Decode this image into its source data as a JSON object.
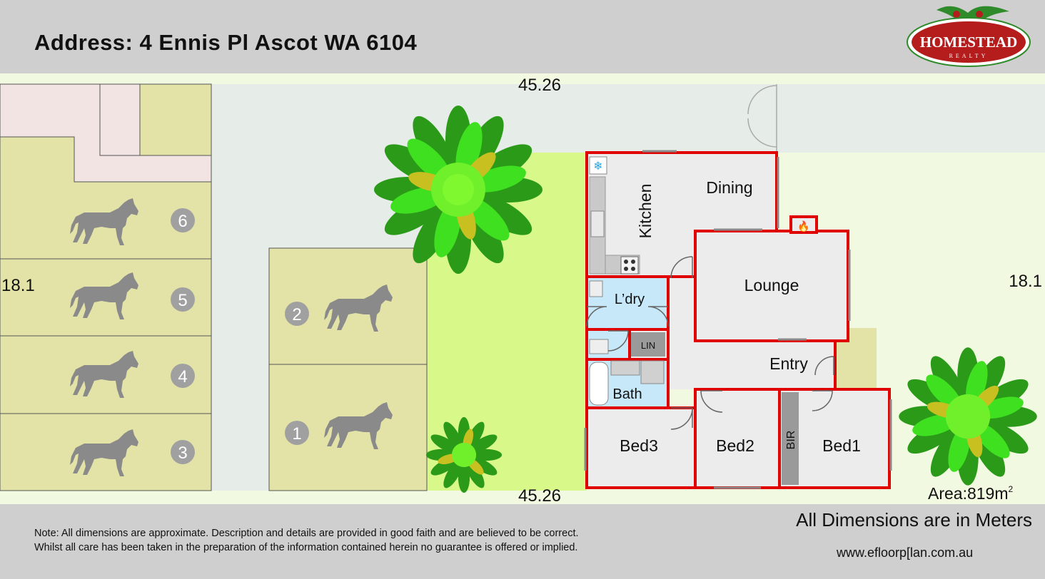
{
  "header": {
    "address": "Address: 4 Ennis Pl Ascot WA 6104"
  },
  "logo": {
    "brand": "HOMESTEAD",
    "sub": "REALTY"
  },
  "dimensions": {
    "top": "45.26",
    "bottom": "45.26",
    "left": "18.1",
    "right": "18.1"
  },
  "area": {
    "label": "Area:819m",
    "sup": "2"
  },
  "rooms": {
    "kitchen": "Kitchen",
    "dining": "Dining",
    "lounge": "Lounge",
    "laundry": "L’dry",
    "linen": "LIN",
    "bath": "Bath",
    "entry": "Entry",
    "bed1": "Bed1",
    "bed2": "Bed2",
    "bed3": "Bed3",
    "bir": "BIR"
  },
  "stables": {
    "left_column": [
      "6",
      "5",
      "4",
      "3"
    ],
    "middle_column": [
      "2",
      "1"
    ]
  },
  "footer": {
    "note_line1": "Note: All dimensions are approximate. Description and details are provided in good faith and are believed to be correct.",
    "note_line2": "Whilst all care has been taken in the preparation of the information contained herein no guarantee is offered or implied.",
    "units": "All Dimensions are in Meters",
    "website": "www.efloorp[lan.com.au"
  },
  "colors": {
    "header_bg": "#cfcfcf",
    "lawn": "#d8f88a",
    "driveway": "#e6ede8",
    "wall": "#e00000",
    "room_fill": "#ececec",
    "wet_area": "#c7e8f8",
    "stable": "#e3e3a8",
    "horse": "#8a8a8a",
    "brand": "#b51c1c"
  }
}
